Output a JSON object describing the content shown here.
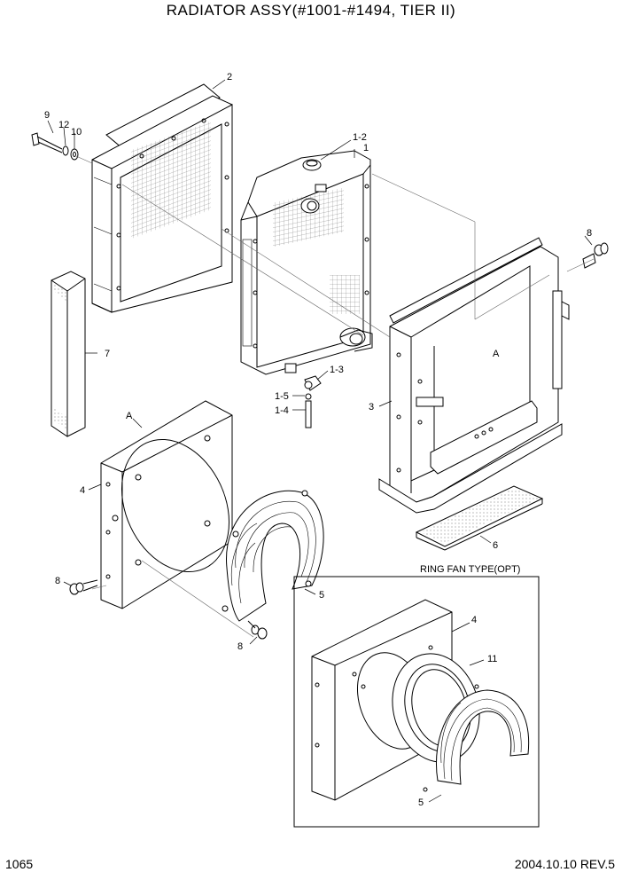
{
  "title": "RADIATOR ASSY(#1001-#1494, TIER II)",
  "page_number": "1065",
  "revision": "2004.10.10  REV.5",
  "inset_title": "RING FAN TYPE(OPT)",
  "labels": {
    "p2": "2",
    "p9": "9",
    "p12": "12",
    "p10": "10",
    "p1_2": "1-2",
    "p1": "1",
    "p7": "7",
    "p8_right": "8",
    "pA_right": "A",
    "p1_3": "1-3",
    "p1_5": "1-5",
    "p1_4": "1-4",
    "p3": "3",
    "pA_left": "A",
    "p4": "4",
    "p6": "6",
    "p8_left": "8",
    "p5": "5",
    "p8_bottom": "8",
    "p4_inset": "4",
    "p11": "11",
    "p5_inset": "5"
  }
}
